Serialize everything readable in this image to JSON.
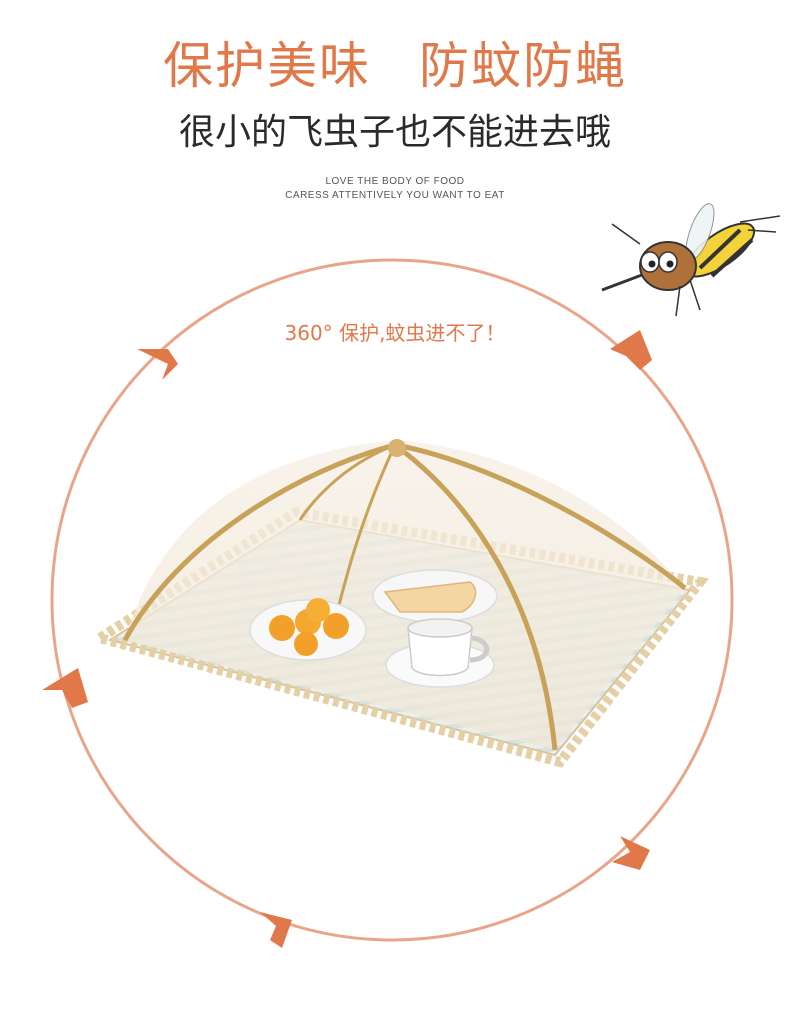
{
  "headline": {
    "left": "保护美味",
    "right": "防蚊防蝇"
  },
  "subheadline": "很小的飞虫子也不能进去哦",
  "english": {
    "line1": "LOVE THE BODY OF FOOD",
    "line2": "CARESS ATTENTIVELY YOU WANT TO EAT"
  },
  "tagline": "360° 保护,蚊虫进不了！",
  "colors": {
    "accent": "#e0784a",
    "ring": "#e8a58a",
    "text": "#2a2a2a"
  },
  "icons": [
    "mosquito-illustration",
    "circular-arrow-icon"
  ]
}
